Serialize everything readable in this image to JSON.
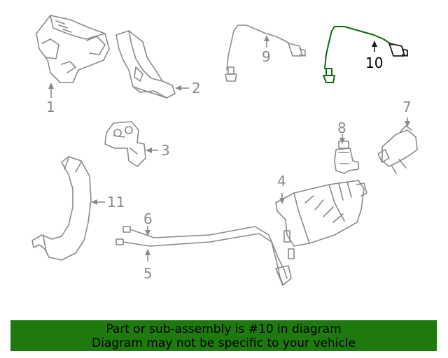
{
  "callouts": {
    "c1": "1",
    "c2": "2",
    "c3": "3",
    "c4": "4",
    "c5": "5",
    "c6": "6",
    "c7": "7",
    "c8": "8",
    "c9": "9",
    "c10": "10",
    "c11": "11"
  },
  "highlighted_part": "10",
  "colors": {
    "banner_background": "#1e7a0e",
    "highlight_part": "#0b6b0b",
    "line_art": "#8a8a8a"
  },
  "banner": {
    "line1": "Part or sub-assembly is #10 in diagram",
    "line2": "Diagram may not be specific to your vehicle"
  }
}
